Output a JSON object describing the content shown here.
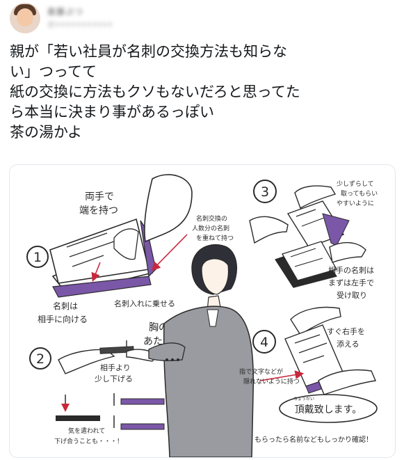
{
  "tweet": {
    "author_name": "斎藤ぶつ",
    "author_handle": "@xxxxxxxxxxx",
    "text_lines": [
      "親が「若い社員が名刺の交換方法も知らな",
      "い」つってて",
      "紙の交換に方法もクソもないだろと思ってた",
      "ら本当に決まり事があるっぽい",
      "茶の湯かよ"
    ]
  },
  "illustration": {
    "step_numbers": [
      "1",
      "2",
      "3",
      "4"
    ],
    "step1": {
      "both_hands_line1": "両手で",
      "both_hands_line2": "端を持つ",
      "stack_note_line1": "名刺交換の",
      "stack_note_line2": "人数分の名刺",
      "stack_note_line3": "を重ねて持つ",
      "face_partner_line1": "名刺は",
      "face_partner_line2": "相手に向ける",
      "on_case": "名刺入れに乗せる"
    },
    "step2": {
      "chest_line1": "胸の前",
      "chest_line2": "あたりで",
      "lower_line1": "相手より",
      "lower_line2": "少し下げる",
      "mutual_line1": "気を遣われて",
      "mutual_line2": "下げ合うことも・・・！"
    },
    "step3": {
      "shift_line1": "少しずらして",
      "shift_line2": "取ってもらい",
      "shift_line3": "やすいように",
      "receive_line1": "相手の名刺は",
      "receive_line2": "まずは左手で",
      "receive_line3": "受け取り"
    },
    "step4": {
      "right_hand_line1": "すぐ右手を",
      "right_hand_line2": "添える",
      "finger_line1": "指で文字などが",
      "finger_line2": "隠れないように持つ",
      "speech_ruby": "ちょうだい",
      "speech": "頂戴致します。",
      "check_name": "もらったら名前などもしっかり確認！"
    }
  },
  "colors": {
    "case_purple": "#7b57a8",
    "skin": "#f4d7bf",
    "suit_gray": "#9a9ba0",
    "ink": "#2a2a2a",
    "arrow_red": "#c8283c",
    "text": "#14171a",
    "border": "#e1e8ed"
  }
}
